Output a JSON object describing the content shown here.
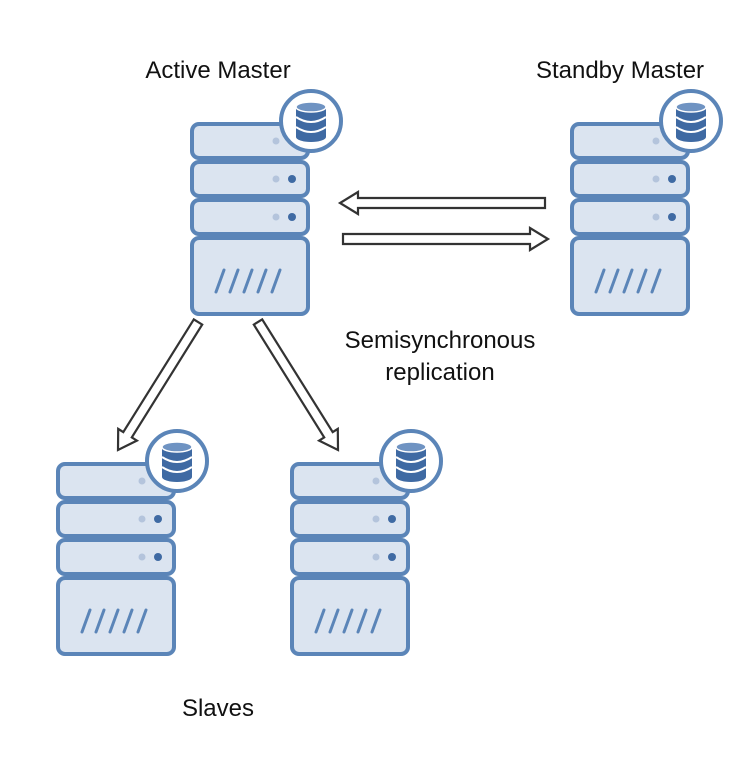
{
  "labels": {
    "active_master": "Active Master",
    "standby_master": "Standby Master",
    "replication_line1": "Semisynchronous",
    "replication_line2": "replication",
    "slaves": "Slaves"
  },
  "colors": {
    "server_fill": "#dbe4f0",
    "server_stroke": "#5b85b8",
    "indicator_light": "#b4c4dc",
    "indicator_dark": "#3f6aa3",
    "arrow_stroke": "#333333",
    "arrow_fill": "#ffffff"
  },
  "nodes": [
    {
      "id": "active-master",
      "role": "master",
      "active": true
    },
    {
      "id": "standby-master",
      "role": "master",
      "active": false
    },
    {
      "id": "slave-1",
      "role": "slave"
    },
    {
      "id": "slave-2",
      "role": "slave"
    }
  ],
  "edges": [
    {
      "from": "standby-master",
      "to": "active-master"
    },
    {
      "from": "active-master",
      "to": "standby-master"
    },
    {
      "from": "active-master",
      "to": "slave-1"
    },
    {
      "from": "active-master",
      "to": "slave-2"
    }
  ]
}
